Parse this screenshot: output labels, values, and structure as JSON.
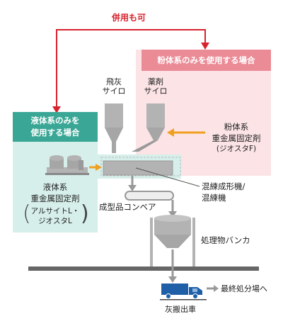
{
  "arrow_label": "併用も可",
  "powder_box": {
    "header": "粉体系のみを使用する場合",
    "silo_ash": [
      "飛灰",
      "サイロ"
    ],
    "silo_chem": [
      "薬剤",
      "サイロ"
    ],
    "fixer_lines": [
      "粉体系",
      "重金属固定剤",
      "(ジオスタF)"
    ]
  },
  "liquid_box": {
    "header_lines": [
      "液体系のみを",
      "使用する場合"
    ],
    "fixer_lines": [
      "液体系",
      "重金属固定剤"
    ],
    "product_lines": [
      "アルサイトL・",
      "ジオスタL"
    ]
  },
  "mixer_label_lines": [
    "混練成形機/",
    "混練機"
  ],
  "conveyor_label": "成型品コンベア",
  "hopper_label": "処理物バンカ",
  "truck_label": "灰搬出車",
  "disposal_label": "最終処分場へ",
  "colors": {
    "red_arrow": "#d7232e",
    "orange_arrow": "#f0a01e",
    "pink_fill": "#fbe3e6",
    "pink_header": "#eb8b96",
    "teal_fill": "#d6efea",
    "teal_header": "#3aa796",
    "truck": "#1f5fa8",
    "equipment_gray": "#b3b3b3"
  }
}
